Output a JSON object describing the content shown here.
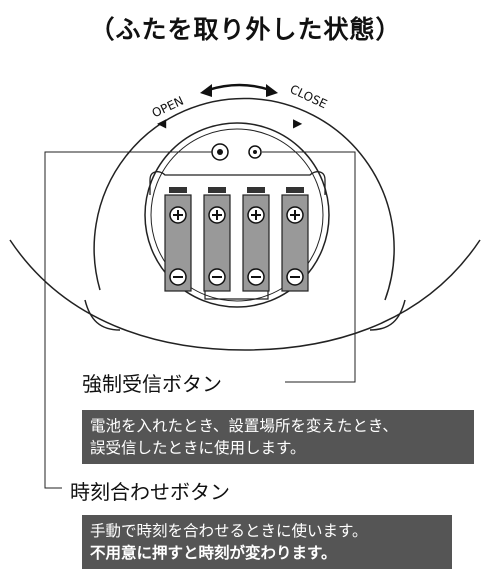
{
  "heading": "（ふたを取り外した状態）",
  "dial": {
    "open_label": "OPEN",
    "close_label": "CLOSE",
    "open_arrow": "◀",
    "close_arrow": "▶"
  },
  "battery_count": 4,
  "callouts": [
    {
      "label": "強制受信ボタン",
      "description": [
        "電池を入れたとき、設置場所を変えたとき、",
        "誤受信したときに使用します。"
      ]
    },
    {
      "label": "時刻合わせボタン",
      "description": [
        "手動で時刻を合わせるときに使います。",
        "不用意に押すと時刻が変わります。"
      ]
    }
  ],
  "colors": {
    "box_background": "#555555",
    "battery_fill": "#999999",
    "line": "#222222"
  }
}
